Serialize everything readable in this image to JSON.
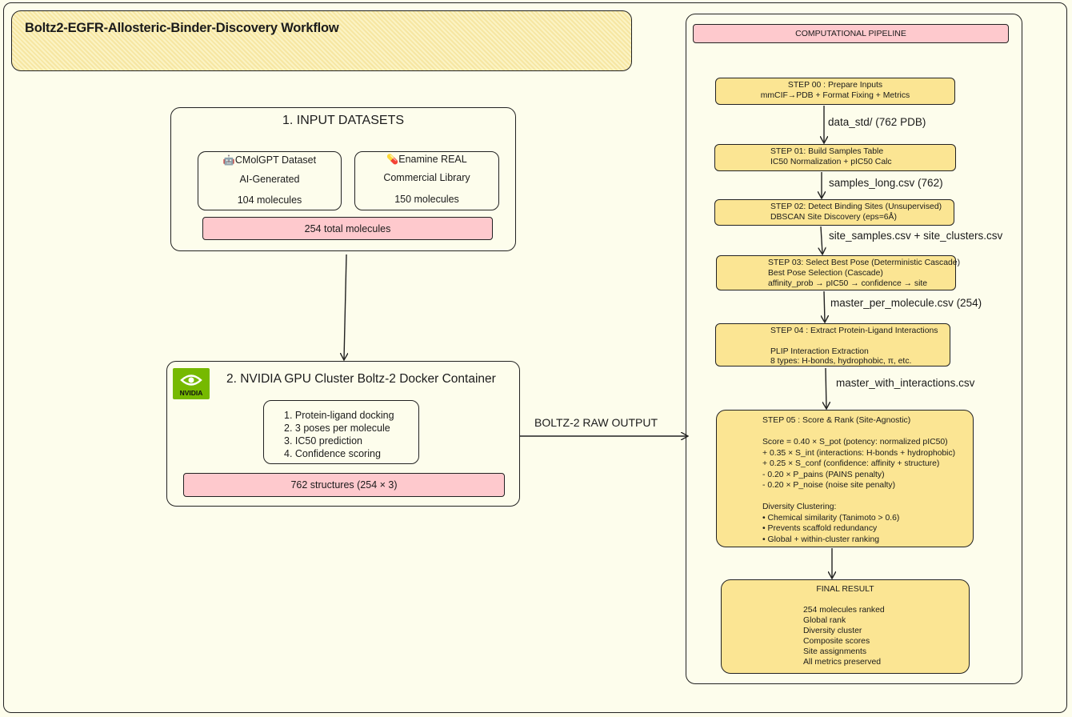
{
  "title": "Boltz2-EGFR-Allosteric-Binder-Discovery Workflow",
  "inputs": {
    "heading": "1. INPUT DATASETS",
    "datasets": [
      {
        "name": "CMolGPT Dataset",
        "type": "AI-Generated",
        "count": "104 molecules",
        "icon": "robot-icon"
      },
      {
        "name": "Enamine REAL",
        "type": "Commercial Library",
        "count": "150 molecules",
        "icon": "pill-icon"
      }
    ],
    "total": "254 total molecules"
  },
  "gpu": {
    "heading": "2. NVIDIA GPU Cluster Boltz-2 Docker Container",
    "logo_text": "NVIDIA",
    "tasks": [
      "1. Protein-ligand docking",
      "2. 3 poses per molecule",
      "3. IC50 prediction",
      "4. Confidence scoring"
    ],
    "total": "762 structures (254 × 3)"
  },
  "raw_output_label": "BOLTZ-2 RAW OUTPUT",
  "pipeline": {
    "heading": "COMPUTATIONAL PIPELINE",
    "steps": [
      {
        "lines": [
          "STEP 00 : Prepare Inputs",
          "mmCIF→PDB + Format Fixing + Metrics"
        ]
      },
      {
        "lines": [
          "STEP 01: Build Samples Table",
          "IC50 Normalization + pIC50 Calc"
        ]
      },
      {
        "lines": [
          "STEP 02: Detect Binding Sites (Unsupervised)",
          "DBSCAN Site Discovery (eps=6Å)"
        ]
      },
      {
        "lines": [
          "STEP 03: Select Best Pose (Deterministic Cascade)",
          "Best Pose Selection (Cascade)",
          "affinity_prob → pIC50 → confidence → site"
        ]
      },
      {
        "lines": [
          "STEP 04 : Extract Protein-Ligand Interactions",
          "",
          "PLIP Interaction Extraction",
          "8 types: H-bonds, hydrophobic, π, etc."
        ]
      },
      {
        "lines": [
          "STEP 05 : Score & Rank (Site-Agnostic)",
          "",
          "Score = 0.40 × S_pot  (potency: normalized pIC50)",
          "+ 0.35 × S_int  (interactions: H-bonds + hydrophobic)",
          "+ 0.25 × S_conf (confidence: affinity + structure)",
          "- 0.20 × P_pains (PAINS penalty)",
          "- 0.20 × P_noise (noise site penalty)",
          "",
          "Diversity Clustering:",
          "• Chemical similarity (Tanimoto > 0.6)",
          "• Prevents scaffold redundancy",
          "• Global + within-cluster ranking"
        ]
      }
    ],
    "edges": [
      "data_std/ (762 PDB)",
      "samples_long.csv (762)",
      "site_samples.csv + site_clusters.csv",
      "master_per_molecule.csv (254)",
      "master_with_interactions.csv"
    ],
    "final": {
      "heading": "FINAL RESULT",
      "items": [
        "254 molecules ranked",
        "Global rank",
        "Diversity cluster",
        "Composite scores",
        "Site assignments",
        "All metrics preserved"
      ]
    }
  }
}
